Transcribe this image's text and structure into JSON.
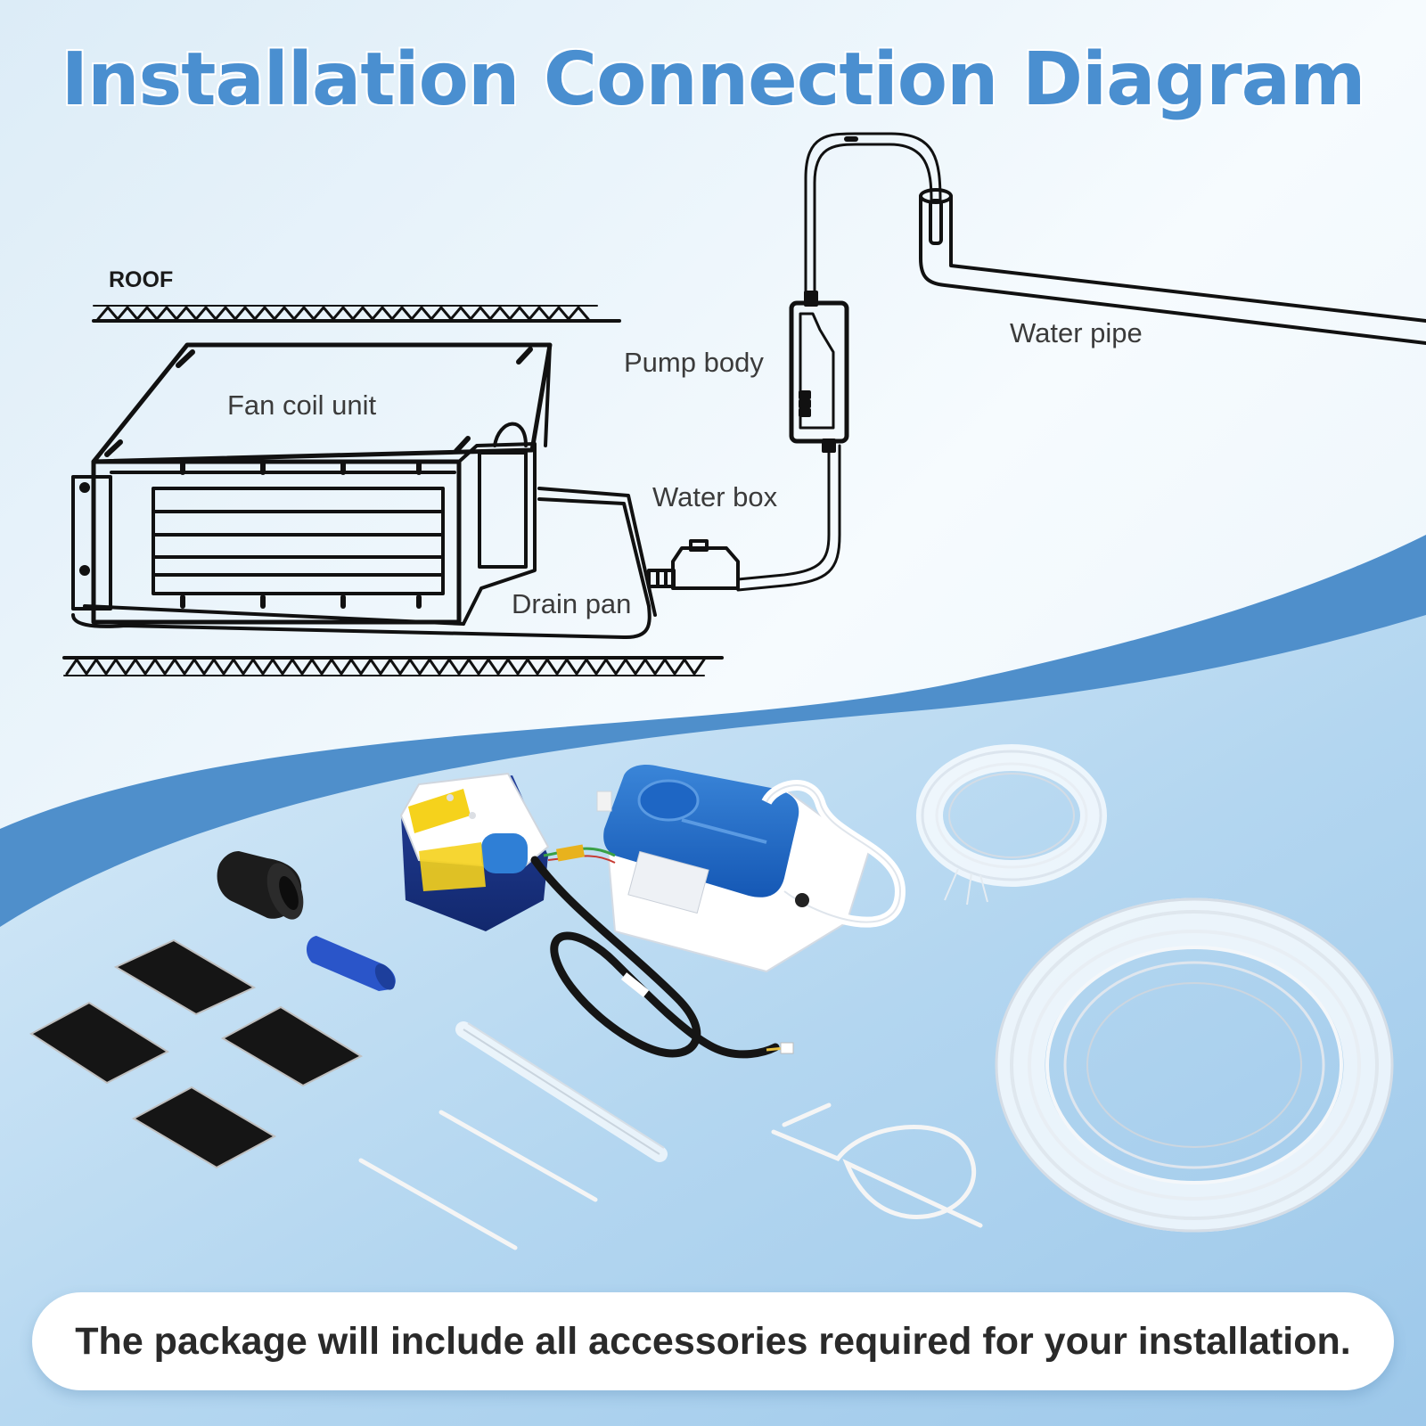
{
  "title": "Installation Connection Diagram",
  "labels": {
    "roof": "ROOF",
    "fan_coil_unit": "Fan coil unit",
    "pump_body": "Pump body",
    "water_pipe": "Water pipe",
    "water_box": "Water box",
    "drain_pan": "Drain pan"
  },
  "footer": "The package will include all accessories required for your installation.",
  "colors": {
    "title": "#4a8fd0",
    "wave_dark": "#4f8fcb",
    "wave_light": "#a9d0ee",
    "background": "#eef6fb"
  }
}
